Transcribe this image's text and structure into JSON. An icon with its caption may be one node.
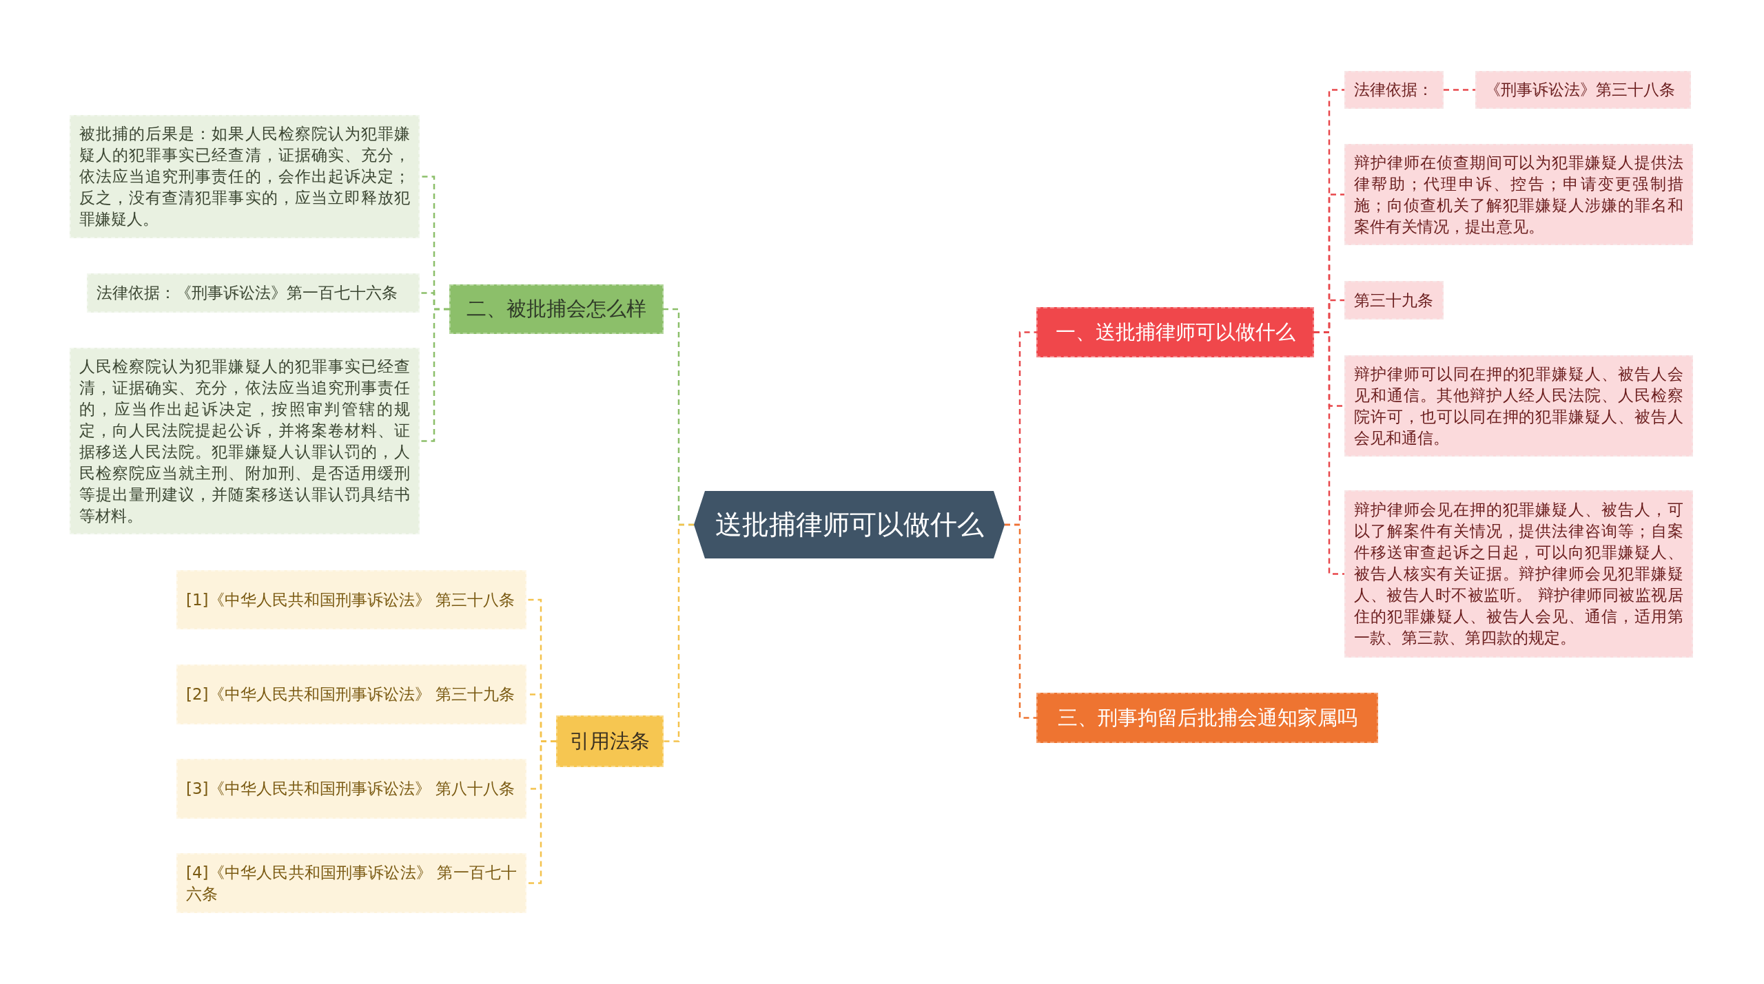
{
  "diagram": {
    "nodes": [
      {
        "text": [
          "送批捕律师可以做什么"
        ]
      },
      {
        "text": [
          "一、送批捕律师可以做什么"
        ]
      },
      {
        "text": [
          "法律依据："
        ]
      },
      {
        "text": [
          "《刑事诉讼法》第三十八条"
        ]
      },
      {
        "text": [
          "辩护律师在侦查期间可以为犯罪嫌疑人提供法律帮助；代理申诉、控告；申请变更强制措施；向侦查机关了解犯罪嫌疑人涉嫌的罪名和案件有关情况，提出意见。"
        ]
      },
      {
        "text": [
          "第三十九条"
        ]
      },
      {
        "text": [
          "辩护律师可以同在押的犯罪嫌疑人、被告人会见和通信。其他辩护人经人民法院、人民检察院许可，也可以同在押的犯罪嫌疑人、被告人会见和通信。"
        ]
      },
      {
        "text": [
          "辩护律师会见在押的犯罪嫌疑人、被告人，可以了解案件有关情况，提供法律咨询等；自案件移送审查起诉之日起，可以向犯罪嫌疑人、被告人核实有关证据。辩护律师会见犯罪嫌疑人、被告人时不被监听。 辩护律师同被监视居住的犯罪嫌疑人、被告人会见、通信，适用第一款、第三款、第四款的规定。"
        ]
      },
      {
        "text": [
          "三、刑事拘留后批捕会通知家属吗"
        ]
      },
      {
        "text": [
          "二、被批捕会怎么样"
        ]
      },
      {
        "text": [
          "被批捕的后果是：如果人民检察院认为犯罪嫌疑人的犯罪事实已经查清，证据确实、充分，依法应当追究刑事责任的，会作出起诉决定；反之，没有查清犯罪事实的，应当立即释放犯罪嫌疑人。"
        ]
      },
      {
        "text": [
          "法律依据：《刑事诉讼法》第一百七十六条"
        ]
      },
      {
        "text": [
          "人民检察院认为犯罪嫌疑人的犯罪事实已经查清，证据确实、充分，依法应当追究刑事责任的，应当作出起诉决定，按照审判管辖的规定，向人民法院提起公诉，并将案卷材料、证据移送人民法院。犯罪嫌疑人认罪认罚的，人民检察院应当就主刑、附加刑、是否适用缓刑等提出量刑建议，并随案移送认罪认罚具结书等材料。"
        ]
      },
      {
        "text": [
          "引用法条"
        ]
      },
      {
        "text": [
          "[1]《中华人民共和国刑事诉讼法》 第三十八条"
        ]
      },
      {
        "text": [
          "[2]《中华人民共和国刑事诉讼法》 第三十九条"
        ]
      },
      {
        "text": [
          "[3]《中华人民共和国刑事诉讼法》 第八十八条"
        ]
      },
      {
        "text": [
          "[4]《中华人民共和国刑事诉讼法》 第一百七十六条"
        ]
      }
    ],
    "edges": [
      {
        "from": 0,
        "to": 1,
        "arrow": "none"
      },
      {
        "from": 1,
        "to": 2,
        "arrow": "none"
      },
      {
        "from": 2,
        "to": 3,
        "arrow": "none"
      },
      {
        "from": 1,
        "to": 4,
        "arrow": "none"
      },
      {
        "from": 1,
        "to": 5,
        "arrow": "none"
      },
      {
        "from": 1,
        "to": 6,
        "arrow": "none"
      },
      {
        "from": 1,
        "to": 7,
        "arrow": "none"
      },
      {
        "from": 0,
        "to": 8,
        "arrow": "none",
        "color": "#ee7431"
      },
      {
        "from": 0,
        "to": 9,
        "arrow": "none",
        "color": "#8cbf6a"
      },
      {
        "from": 9,
        "to": 10,
        "arrow": "none",
        "color": "#8cbf6a"
      },
      {
        "from": 9,
        "to": 11,
        "arrow": "none",
        "color": "#8cbf6a"
      },
      {
        "from": 9,
        "to": 12,
        "arrow": "none",
        "color": "#8cbf6a"
      },
      {
        "from": 0,
        "to": 13,
        "arrow": "none",
        "color": "#f4c24c"
      },
      {
        "from": 13,
        "to": 14,
        "arrow": "none",
        "color": "#f4c24c"
      },
      {
        "from": 13,
        "to": 15,
        "arrow": "none",
        "color": "#f4c24c"
      },
      {
        "from": 13,
        "to": 16,
        "arrow": "none",
        "color": "#f4c24c"
      },
      {
        "from": 13,
        "to": 17,
        "arrow": "none",
        "color": "#f4c24c"
      }
    ]
  }
}
